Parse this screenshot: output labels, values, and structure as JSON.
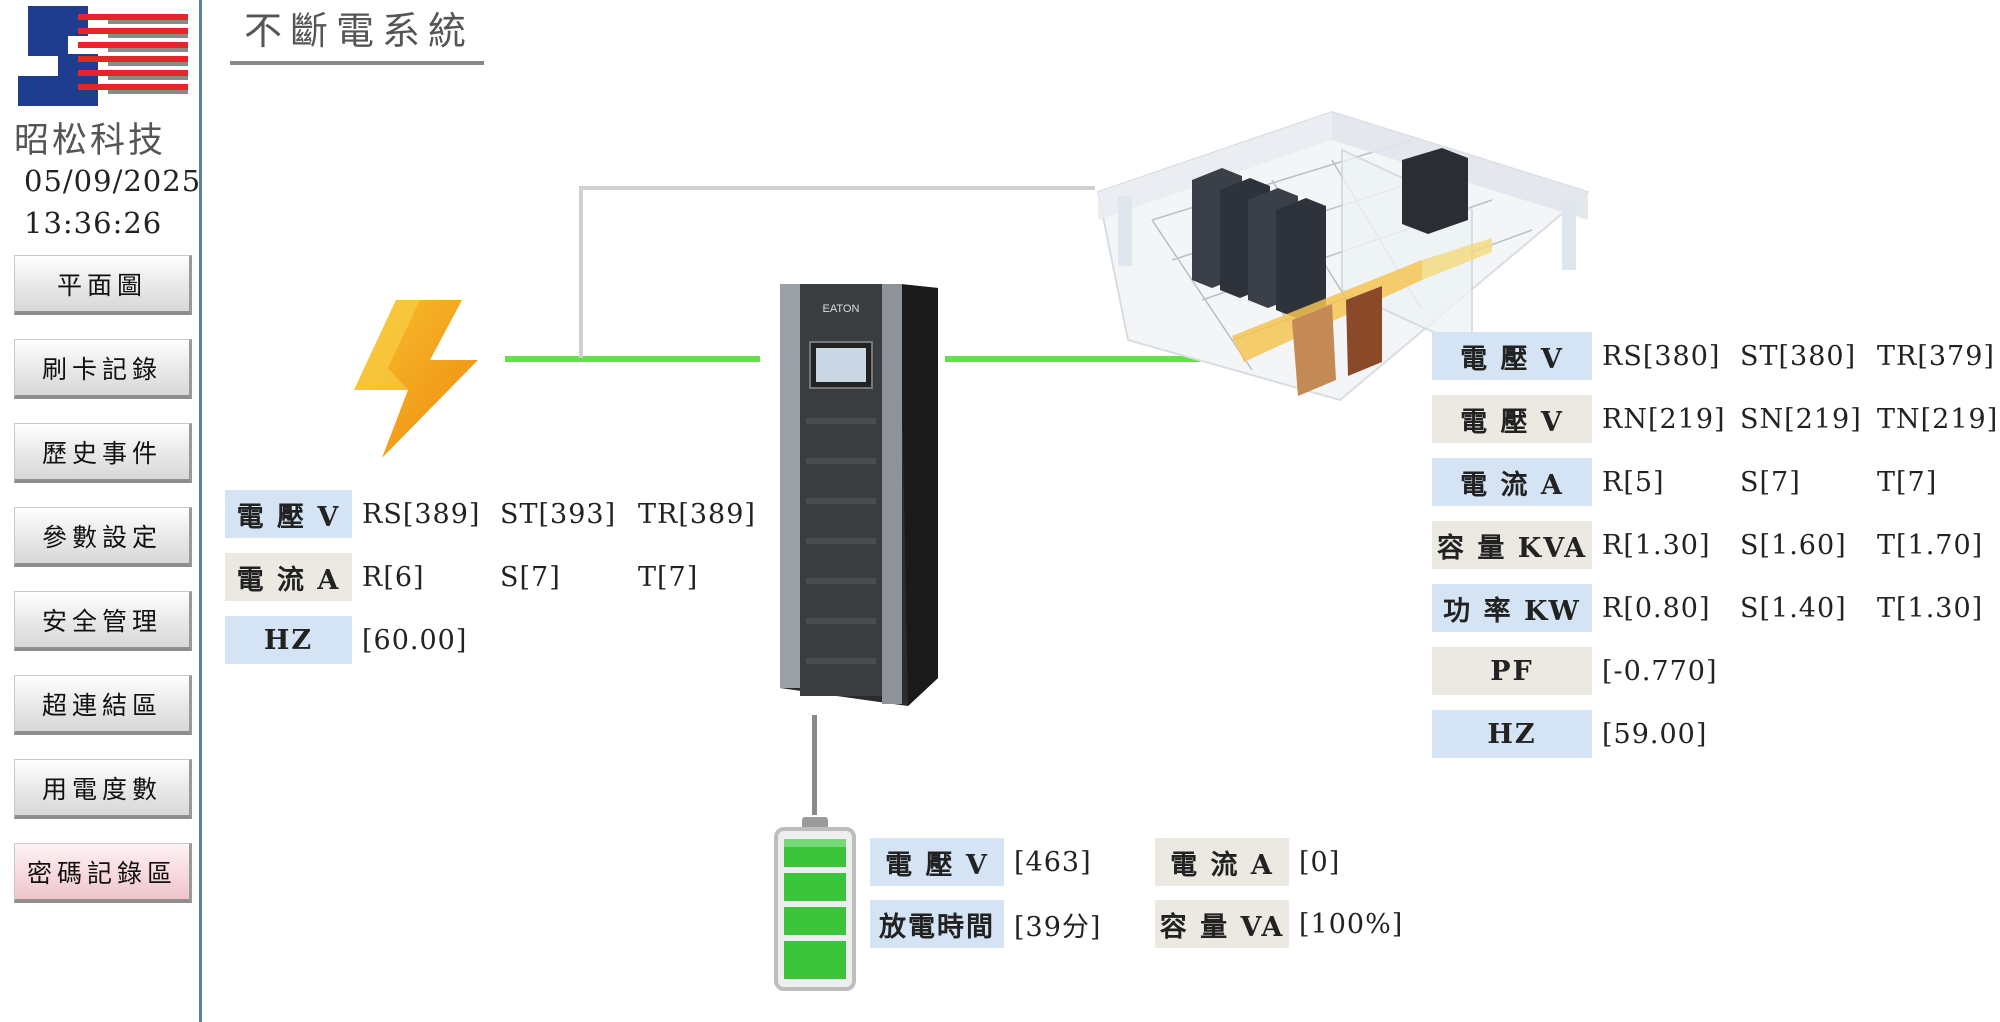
{
  "sidebar": {
    "brand": "昭松科技",
    "date": "05/09/2025",
    "time": "13:36:26",
    "nav": [
      "平面圖",
      "刷卡記錄",
      "歷史事件",
      "參數設定",
      "安全管理",
      "超連結區",
      "用電度數",
      "密碼記錄區"
    ]
  },
  "page_title": "不斷電系統",
  "ups_brand": "EATON",
  "input": {
    "voltage_label": "電 壓 V",
    "current_label": "電 流 A",
    "hz_label": "HZ",
    "voltage": [
      "RS[389]",
      "ST[393]",
      "TR[389]"
    ],
    "current": [
      "R[6]",
      "S[7]",
      "T[7]"
    ],
    "hz": "[60.00]"
  },
  "output": {
    "rows": [
      {
        "label": "電 壓 V",
        "values": [
          "RS[380]",
          "ST[380]",
          "TR[379]"
        ]
      },
      {
        "label": "電 壓 V",
        "values": [
          "RN[219]",
          "SN[219]",
          "TN[219]"
        ]
      },
      {
        "label": "電 流 A",
        "values": [
          "R[5]",
          "S[7]",
          "T[7]"
        ]
      },
      {
        "label": "容 量 KVA",
        "values": [
          "R[1.30]",
          "S[1.60]",
          "T[1.70]"
        ]
      },
      {
        "label": "功 率 KW",
        "values": [
          "R[0.80]",
          "S[1.40]",
          "T[1.30]"
        ]
      },
      {
        "label": "PF",
        "values": [
          "[-0.770]"
        ]
      },
      {
        "label": "HZ",
        "values": [
          "[59.00]"
        ]
      }
    ]
  },
  "battery": {
    "voltage_label": "電 壓 V",
    "voltage": "[463]",
    "current_label": "電 流 A",
    "current": "[0]",
    "discharge_label": "放電時間",
    "discharge": "[39分]",
    "capacity_label": "容 量 VA",
    "capacity": "[100%]"
  },
  "colors": {
    "sidebar_border": "#5f7f99",
    "blue_label": "#d4e4f4",
    "beige_label": "#ece9e3",
    "green_line": "#63e04c",
    "battery_green": "#3cc43c",
    "bolt": "#f5a41a"
  },
  "icons": [
    "company-logo",
    "lightning-icon",
    "ups-cabinet",
    "server-room-illustration",
    "battery-icon"
  ]
}
